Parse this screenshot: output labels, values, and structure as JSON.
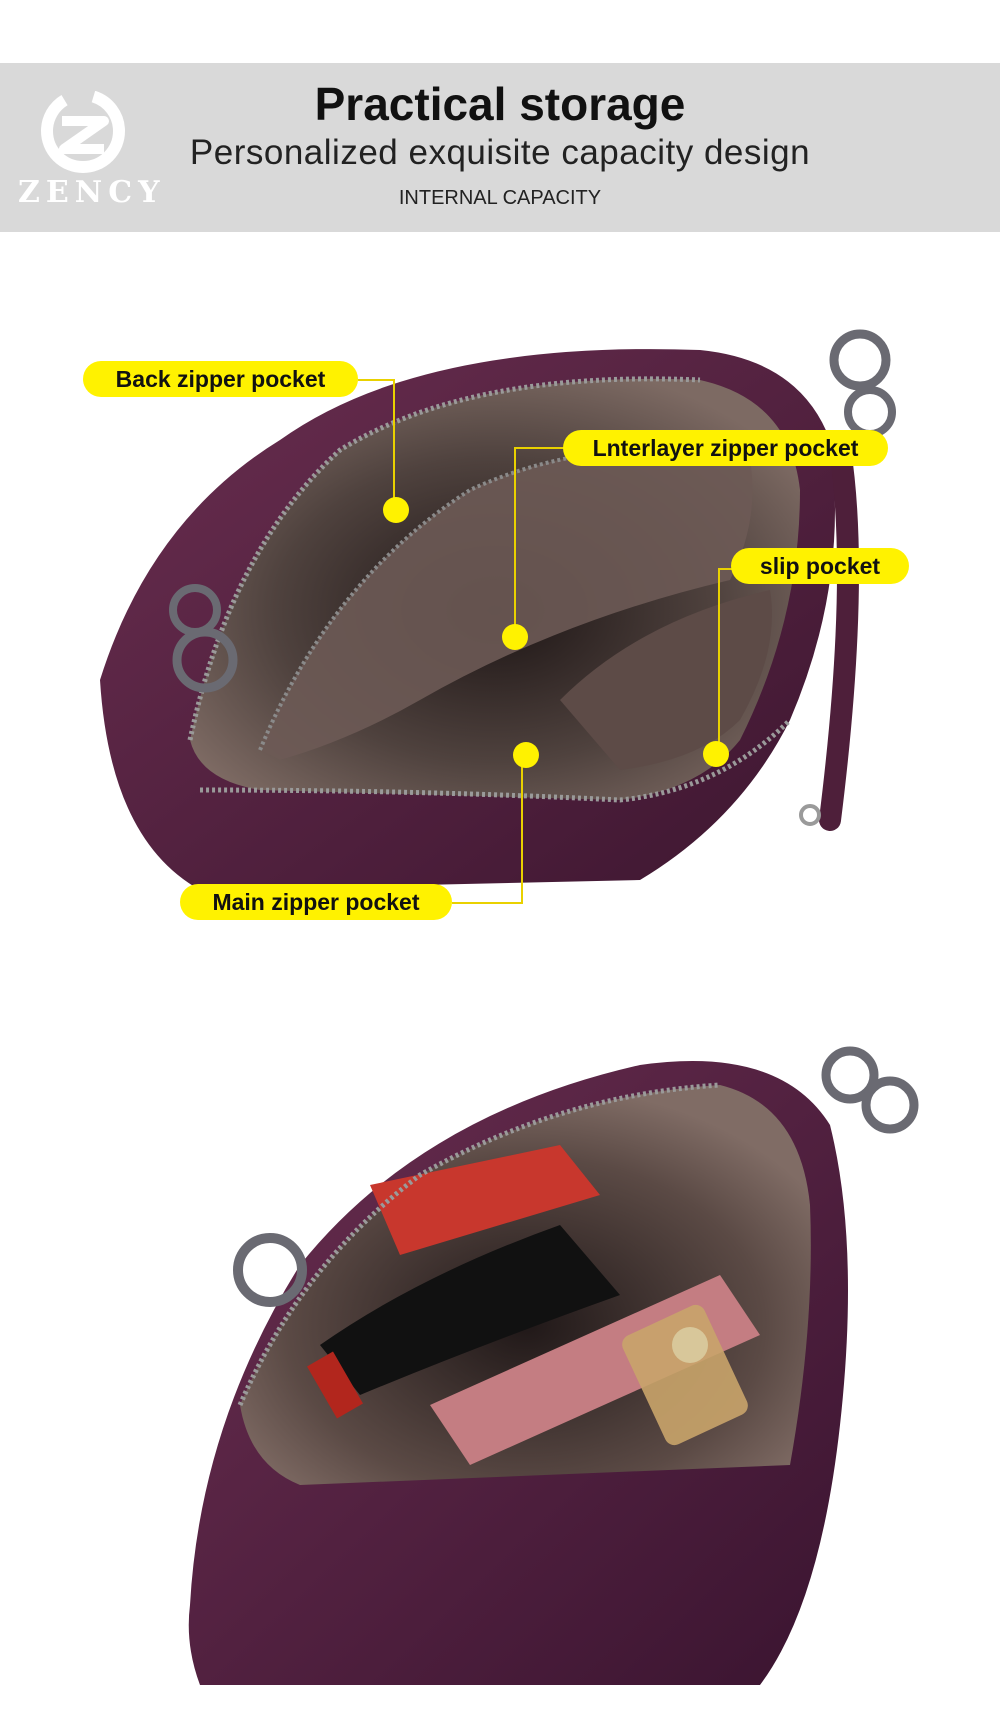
{
  "brand": {
    "name": "ZENCY",
    "logo_icon": "zency-z-logo-icon"
  },
  "header": {
    "title": "Practical storage",
    "subtitle": "Personalized exquisite capacity design",
    "caption": "INTERNAL CAPACITY"
  },
  "callouts": {
    "back_zipper": "Back zipper pocket",
    "interlayer_zipper": "Lnterlayer zipper pocket",
    "slip": "slip pocket",
    "main_zipper": "Main zipper pocket"
  },
  "colors": {
    "header_band": "#d9d9d9",
    "callout": "#fff200",
    "leather": "#4e1f3a",
    "lining": "#6b5a55"
  }
}
